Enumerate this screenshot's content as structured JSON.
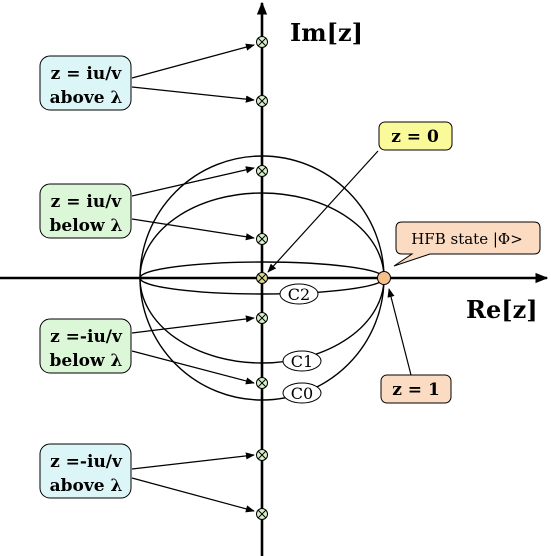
{
  "axes": {
    "imaginary_label": "Im[z]",
    "real_label": "Re[z]"
  },
  "contours": {
    "c0": "C0",
    "c1": "C1",
    "c2": "C2"
  },
  "callouts": {
    "above_pos_line1": "z = iu/v",
    "above_pos_line2": "above λ",
    "below_pos_line1": "z = iu/v",
    "below_pos_line2": "below λ",
    "below_neg_line1": "z =-iu/v",
    "below_neg_line2": "below λ",
    "above_neg_line1": "z =-iu/v",
    "above_neg_line2": "above λ",
    "origin": "z = 0",
    "one": "z = 1",
    "hfb": "HFB state |Φ>"
  },
  "colors": {
    "cyan_box": "#dcf6f8",
    "green_box": "#dcf6d8",
    "yellow_box": "#fafa9a",
    "peach_box": "#fbdcc2",
    "marker_fill": "#d8f0c8",
    "origin_marker": "#d8d890",
    "one_marker": "#f7c08a"
  }
}
